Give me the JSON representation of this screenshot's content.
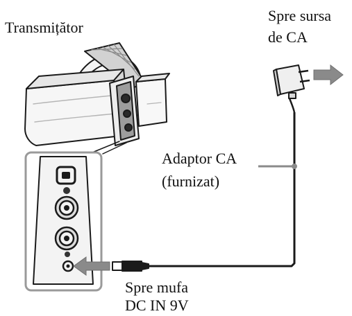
{
  "labels": {
    "transmitter": "Transmițător",
    "ac_source_line1": "Spre sursa",
    "ac_source_line2": "de CA",
    "adaptor_line1": "Adaptor CA",
    "adaptor_line2": "(furnizat)",
    "dc_jack_line1": "Spre mufa",
    "dc_jack_line2": "DC IN 9V"
  },
  "colors": {
    "line": "#1a1a1a",
    "device_fill": "#f2f2f2",
    "device_shade": "#bdbdbd",
    "detail_frame": "#9a9a9a",
    "leader_line": "#8a8a8a"
  },
  "icons": {
    "transmitter": "headband-transmitter-illustration",
    "adaptor": "ac-adapter-plug-icon",
    "arrow": "arrow-right-icon",
    "connector": "dc-plug-icon"
  }
}
